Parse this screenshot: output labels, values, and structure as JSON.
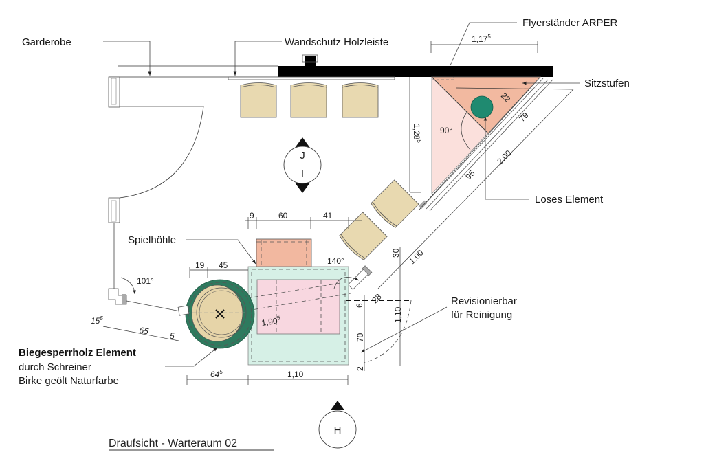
{
  "drawing": {
    "title": "Draufsicht - Warteraum 02",
    "colors": {
      "wall": "#000000",
      "seat": "#e8d9b0",
      "sitzstufen": "#f2b9a0",
      "sitzstufen_light": "#fbe0dc",
      "spielhoehle": "#f2b8a0",
      "base_green": "#d6f0e6",
      "mat_pink": "#f8d7e0",
      "round_dark": "#2e7a5e",
      "round_inner": "#e6d4a8",
      "loses_element": "#1f8a70"
    },
    "labels": {
      "garderobe": "Garderobe",
      "wandschutz": "Wandschutz Holzleiste",
      "flyerstaender": "Flyerständer ARPER",
      "sitzstufen": "Sitzstufen",
      "loses_element": "Loses Element",
      "spielhoehle": "Spielhöhle",
      "revisionierbar_1": "Revisionierbar",
      "revisionierbar_2": "für Reinigung",
      "biege_title": "Biegesperrholz Element",
      "biege_line2": "durch Schreiner",
      "biege_line3": "Birke geölt Naturfarbe"
    },
    "section_markers": {
      "upper_top": "J",
      "upper_bottom": "I",
      "lower": "H"
    },
    "dimensions": {
      "d_1175": "1,17",
      "d_1175_sup": "5",
      "d_1285": "1,28",
      "d_1285_sup": "5",
      "d_22": "22",
      "d_79": "79",
      "d_200": "2,00",
      "d_95": "95",
      "a_90": "90°",
      "d_9": "9",
      "d_60": "60",
      "d_41": "41",
      "a_140": "140°",
      "d_30": "30",
      "d_100": "1,00",
      "d_19": "19",
      "d_45": "45",
      "a_101": "101°",
      "d_155": "15",
      "d_155_sup": "5",
      "d_65": "65",
      "d_5": "5",
      "d_1905": "1,90",
      "d_1905_sup": "5",
      "d_28": "28",
      "d_6": "6",
      "d_110v": "1,10",
      "d_70": "70",
      "d_2": "2",
      "d_645": "64",
      "d_645_sup": "5",
      "d_110h": "1,10"
    }
  }
}
